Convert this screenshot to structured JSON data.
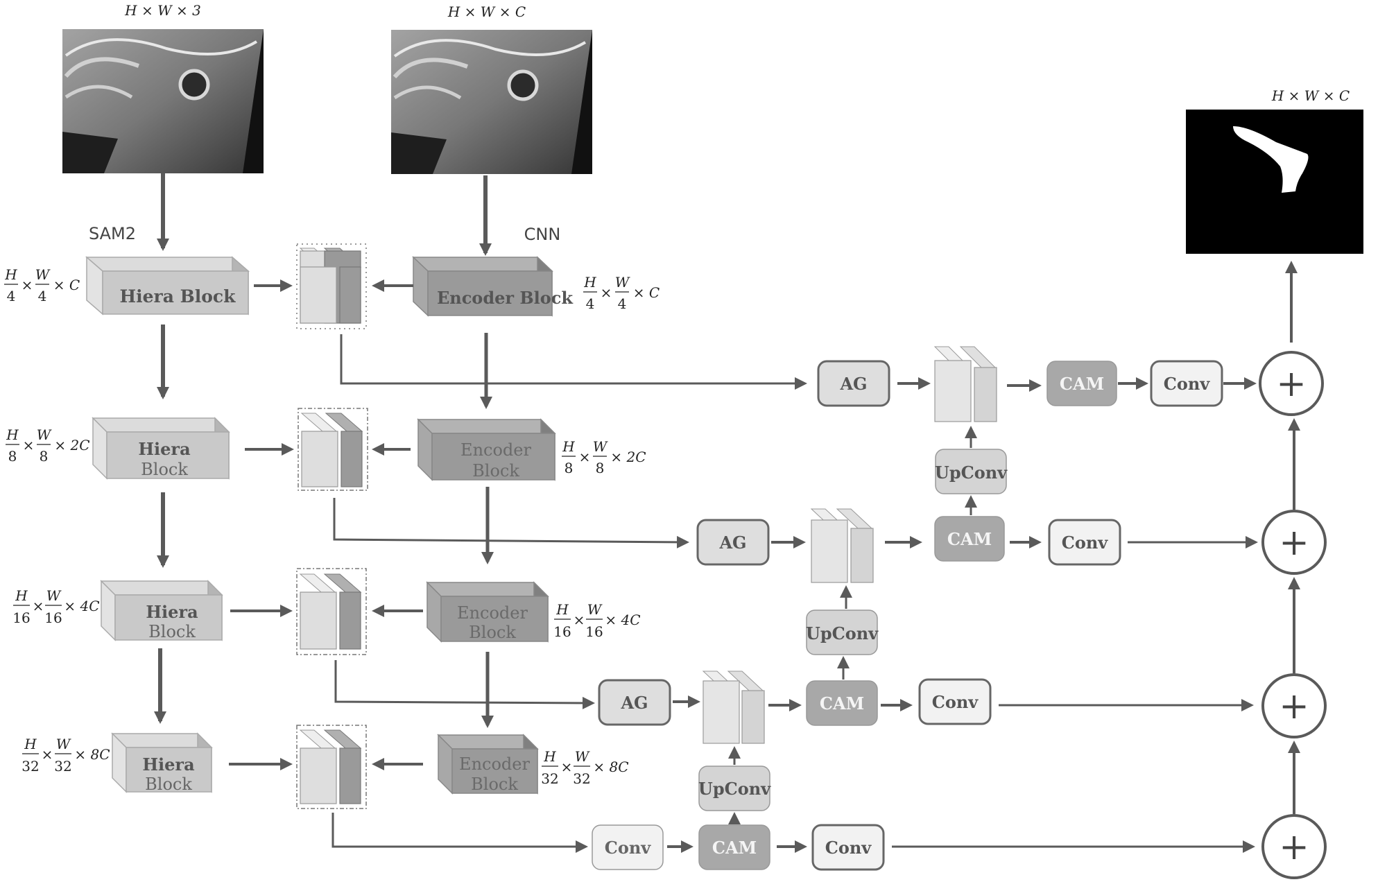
{
  "dims": {
    "input_image": "H × W × 3",
    "cnn_image": "H × W × C",
    "output_mask": "H × W × C"
  },
  "branch_labels": {
    "sam2": "SAM2",
    "cnn": "CNN"
  },
  "hiera": {
    "level1": "Hiera Block",
    "line1": "Hiera",
    "line2": "Block"
  },
  "encoder": {
    "level1": "Encoder Block",
    "line1": "Encoder",
    "line2": "Block"
  },
  "levels": [
    {
      "num": "H",
      "den_h": "4",
      "den_w": "4",
      "channels": "× C"
    },
    {
      "num": "H",
      "den_h": "8",
      "den_w": "8",
      "channels": "× 2C"
    },
    {
      "num": "H",
      "den_h": "16",
      "den_w": "16",
      "channels": "× 4C"
    },
    {
      "num": "H",
      "den_h": "32",
      "den_w": "32",
      "channels": "× 8C"
    }
  ],
  "modules": {
    "ag": "AG",
    "cam": "CAM",
    "conv": "Conv",
    "upconv": "UpConv",
    "plus": "+"
  },
  "colors": {
    "arrow": "#5a5a5a",
    "hiera_fill": "#c9c9c9",
    "encoder_fill": "#9a9a9a",
    "cam_fill": "#a8a8a8",
    "conv_fill": "#f2f2f2",
    "upconv_fill": "#d4d4d4",
    "ag_fill": "#dedede"
  }
}
